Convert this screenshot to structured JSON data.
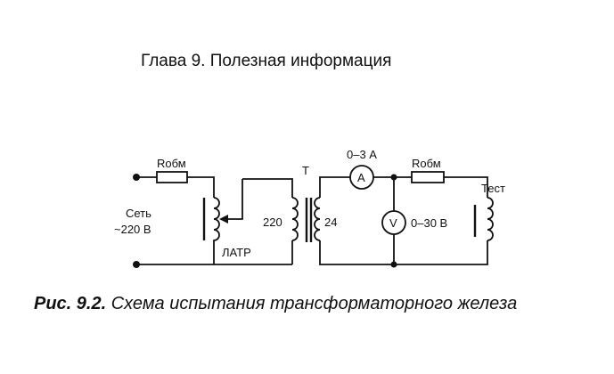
{
  "header": {
    "title": "Глава 9. Полезная информация"
  },
  "diagram": {
    "labels": {
      "r1": "Rобм",
      "seti_line1": "Сеть",
      "seti_line2": "~220 В",
      "latr": "ЛАТР",
      "t": "Т",
      "primary": "220",
      "secondary": "24",
      "ammeter_range": "0–3 А",
      "ammeter_symbol": "A",
      "r2": "Rобм",
      "voltmeter_symbol": "V",
      "voltmeter_range": "0–30 В",
      "test": "Тест"
    }
  },
  "caption": {
    "number": "Рис. 9.2.",
    "text": " Схема испытания трансформаторного железа"
  }
}
